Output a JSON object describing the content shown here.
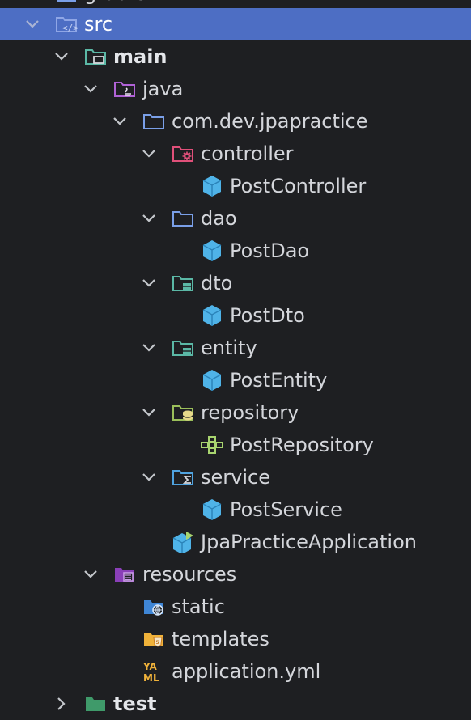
{
  "tree": {
    "top_partial": "gradle",
    "src": "src",
    "main": "main",
    "java": "java",
    "package": "com.dev.jpapractice",
    "controller": "controller",
    "post_controller": "PostController",
    "dao": "dao",
    "post_dao": "PostDao",
    "dto": "dto",
    "post_dto": "PostDto",
    "entity": "entity",
    "post_entity": "PostEntity",
    "repository": "repository",
    "post_repository": "PostRepository",
    "service": "service",
    "post_service": "PostService",
    "application_class": "JpaPracticeApplication",
    "resources": "resources",
    "static": "static",
    "templates": "templates",
    "application_yml": "application.yml",
    "test": "test"
  },
  "icons": {
    "src": "source-folder-icon",
    "main": "module-folder-icon",
    "java": "java-sources-folder-icon",
    "package": "package-folder-icon",
    "class": "class-icon",
    "interface": "interface-icon",
    "spring_app": "spring-boot-application-icon",
    "resources": "resources-folder-icon",
    "static": "web-folder-icon",
    "templates": "templates-folder-icon",
    "yaml": "yaml-file-icon"
  },
  "colors": {
    "background": "#1e1f22",
    "selection": "#4d6ec4",
    "text": "#d4d6db",
    "class_icon": "#4fb3e8",
    "interface_icon": "#a8d46f",
    "folder_blue": "#7a9fe8",
    "folder_teal": "#5bb8a6",
    "folder_purple": "#b062d6",
    "folder_pink": "#e0507a",
    "folder_olive": "#9bbf5a",
    "folder_orange": "#f0b23a"
  }
}
